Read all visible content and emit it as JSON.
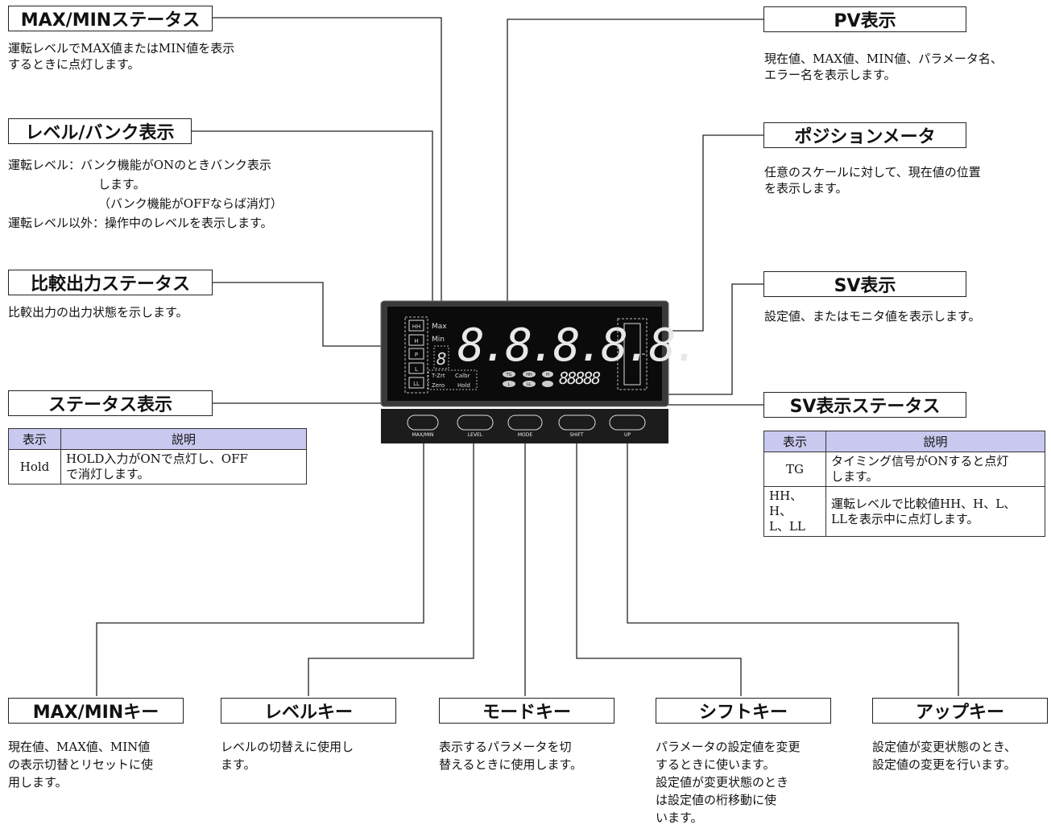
{
  "callouts": {
    "maxmin_status": {
      "title": "MAX/MINステータス",
      "lines": [
        "運転レベルでMAX値またはMIN値を表示",
        "するときに点灯します。"
      ]
    },
    "level_bank": {
      "title": "レベル/バンク表示",
      "lines": [
        "運転レベル：バンク機能がONのときバンク表示",
        "します。",
        "（バンク機能がOFFならば消灯）",
        "運転レベル以外：操作中のレベルを表示します。"
      ]
    },
    "compare_output": {
      "title": "比較出力ステータス",
      "lines": [
        "比較出力の出力状態を示します。"
      ]
    },
    "status": {
      "title": "ステータス表示"
    },
    "pv": {
      "title": "PV表示",
      "lines": [
        "現在値、MAX値、MIN値、パラメータ名、",
        "エラー名を表示します。"
      ]
    },
    "position_meter": {
      "title": "ポジションメータ",
      "lines": [
        "任意のスケールに対して、現在値の位置",
        "を表示します。"
      ]
    },
    "sv": {
      "title": "SV表示",
      "lines": [
        "設定値、またはモニタ値を表示します。"
      ]
    },
    "sv_status": {
      "title": "SV表示ステータス"
    }
  },
  "status_table": {
    "headers": [
      "表示",
      "説明"
    ],
    "rows": [
      {
        "c1": "Hold",
        "c2a": "HOLD入力がONで点灯し、OFF",
        "c2b": "で消灯します。"
      }
    ]
  },
  "sv_status_table": {
    "headers": [
      "表示",
      "説明"
    ],
    "rows": [
      {
        "c1a": "TG",
        "c1b": "",
        "c2a": "タイミング信号がONすると点灯",
        "c2b": "します。"
      },
      {
        "c1a": "HH、H、",
        "c1b": "L、LL",
        "c2a": "運転レベルで比較値HH、H、L、",
        "c2b": "LLを表示中に点灯します。"
      }
    ]
  },
  "keys": {
    "maxmin": {
      "title": "MAX/MINキー",
      "lines": [
        "現在値、MAX値、MIN値",
        "の表示切替とリセットに使",
        "用します。"
      ]
    },
    "level": {
      "title": "レベルキー",
      "lines": [
        "レベルの切替えに使用し",
        "ます。"
      ]
    },
    "mode": {
      "title": "モードキー",
      "lines": [
        "表示するパラメータを切",
        "替えるときに使用します。"
      ]
    },
    "shift": {
      "title": "シフトキー",
      "lines": [
        "パラメータの設定値を変更",
        "するときに使います。",
        "設定値が変更状態のとき",
        "は設定値の桁移動に使",
        "います。"
      ]
    },
    "up": {
      "title": "アップキー",
      "lines": [
        "設定値が変更状態のとき、",
        "設定値の変更を行います。"
      ]
    }
  },
  "panel": {
    "pv_digits": "8.8.8.8.8.",
    "sv_digits": "88888",
    "bank_digit": "8",
    "compare_labels": [
      "HH",
      "H",
      "P",
      "L",
      "LL"
    ],
    "max_label": "Max",
    "min_label": "Min",
    "status_labels": [
      "T-Zrt",
      "Calbr",
      "Zero",
      "Hold"
    ],
    "sv_status_labels": [
      "TG",
      "HH",
      "H",
      "L",
      "LL"
    ],
    "key_labels": [
      "MAX/MIN",
      "LEVEL",
      "MODE",
      "SHIFT",
      "UP"
    ],
    "colors": {
      "bezel": "#2a2a2a",
      "face": "#0b0b0b",
      "segment": "#e8e8e8",
      "key_bar": "#1c1c1c"
    }
  }
}
